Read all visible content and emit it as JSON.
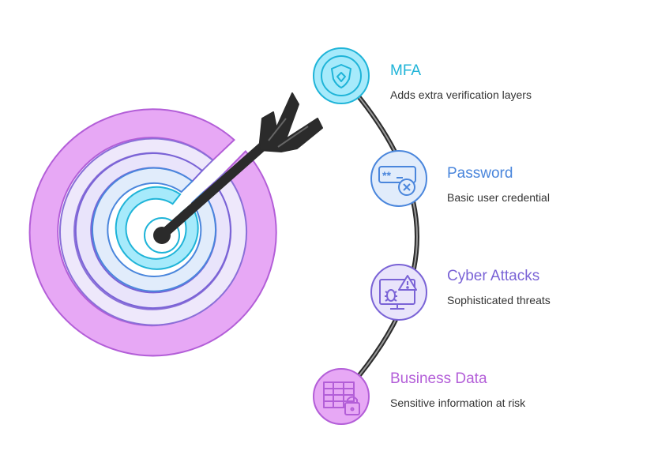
{
  "items": [
    {
      "title": "MFA",
      "description": "Adds extra verification layers",
      "icon": "shield-icon",
      "color": "#1fb4d8",
      "fill": "#a6eafb"
    },
    {
      "title": "Password",
      "description": "Basic user credential",
      "icon": "password-error-icon",
      "color": "#4a86dc",
      "fill": "#e1ecfb"
    },
    {
      "title": "Cyber Attacks",
      "description": "Sophisticated threats",
      "icon": "monitor-bug-warning-icon",
      "color": "#7a63d6",
      "fill": "#e9e4fb"
    },
    {
      "title": "Business Data",
      "description": "Sensitive information at risk",
      "icon": "database-lock-icon",
      "color": "#b35ed8",
      "fill": "#e7a8f5"
    }
  ],
  "target": {
    "ring_colors": [
      "#e7a8f5",
      "#eee8fb",
      "#e9e4fb",
      "#e1ecfb",
      "#a6eafb"
    ],
    "arrow_color": "#2b2b2b"
  }
}
